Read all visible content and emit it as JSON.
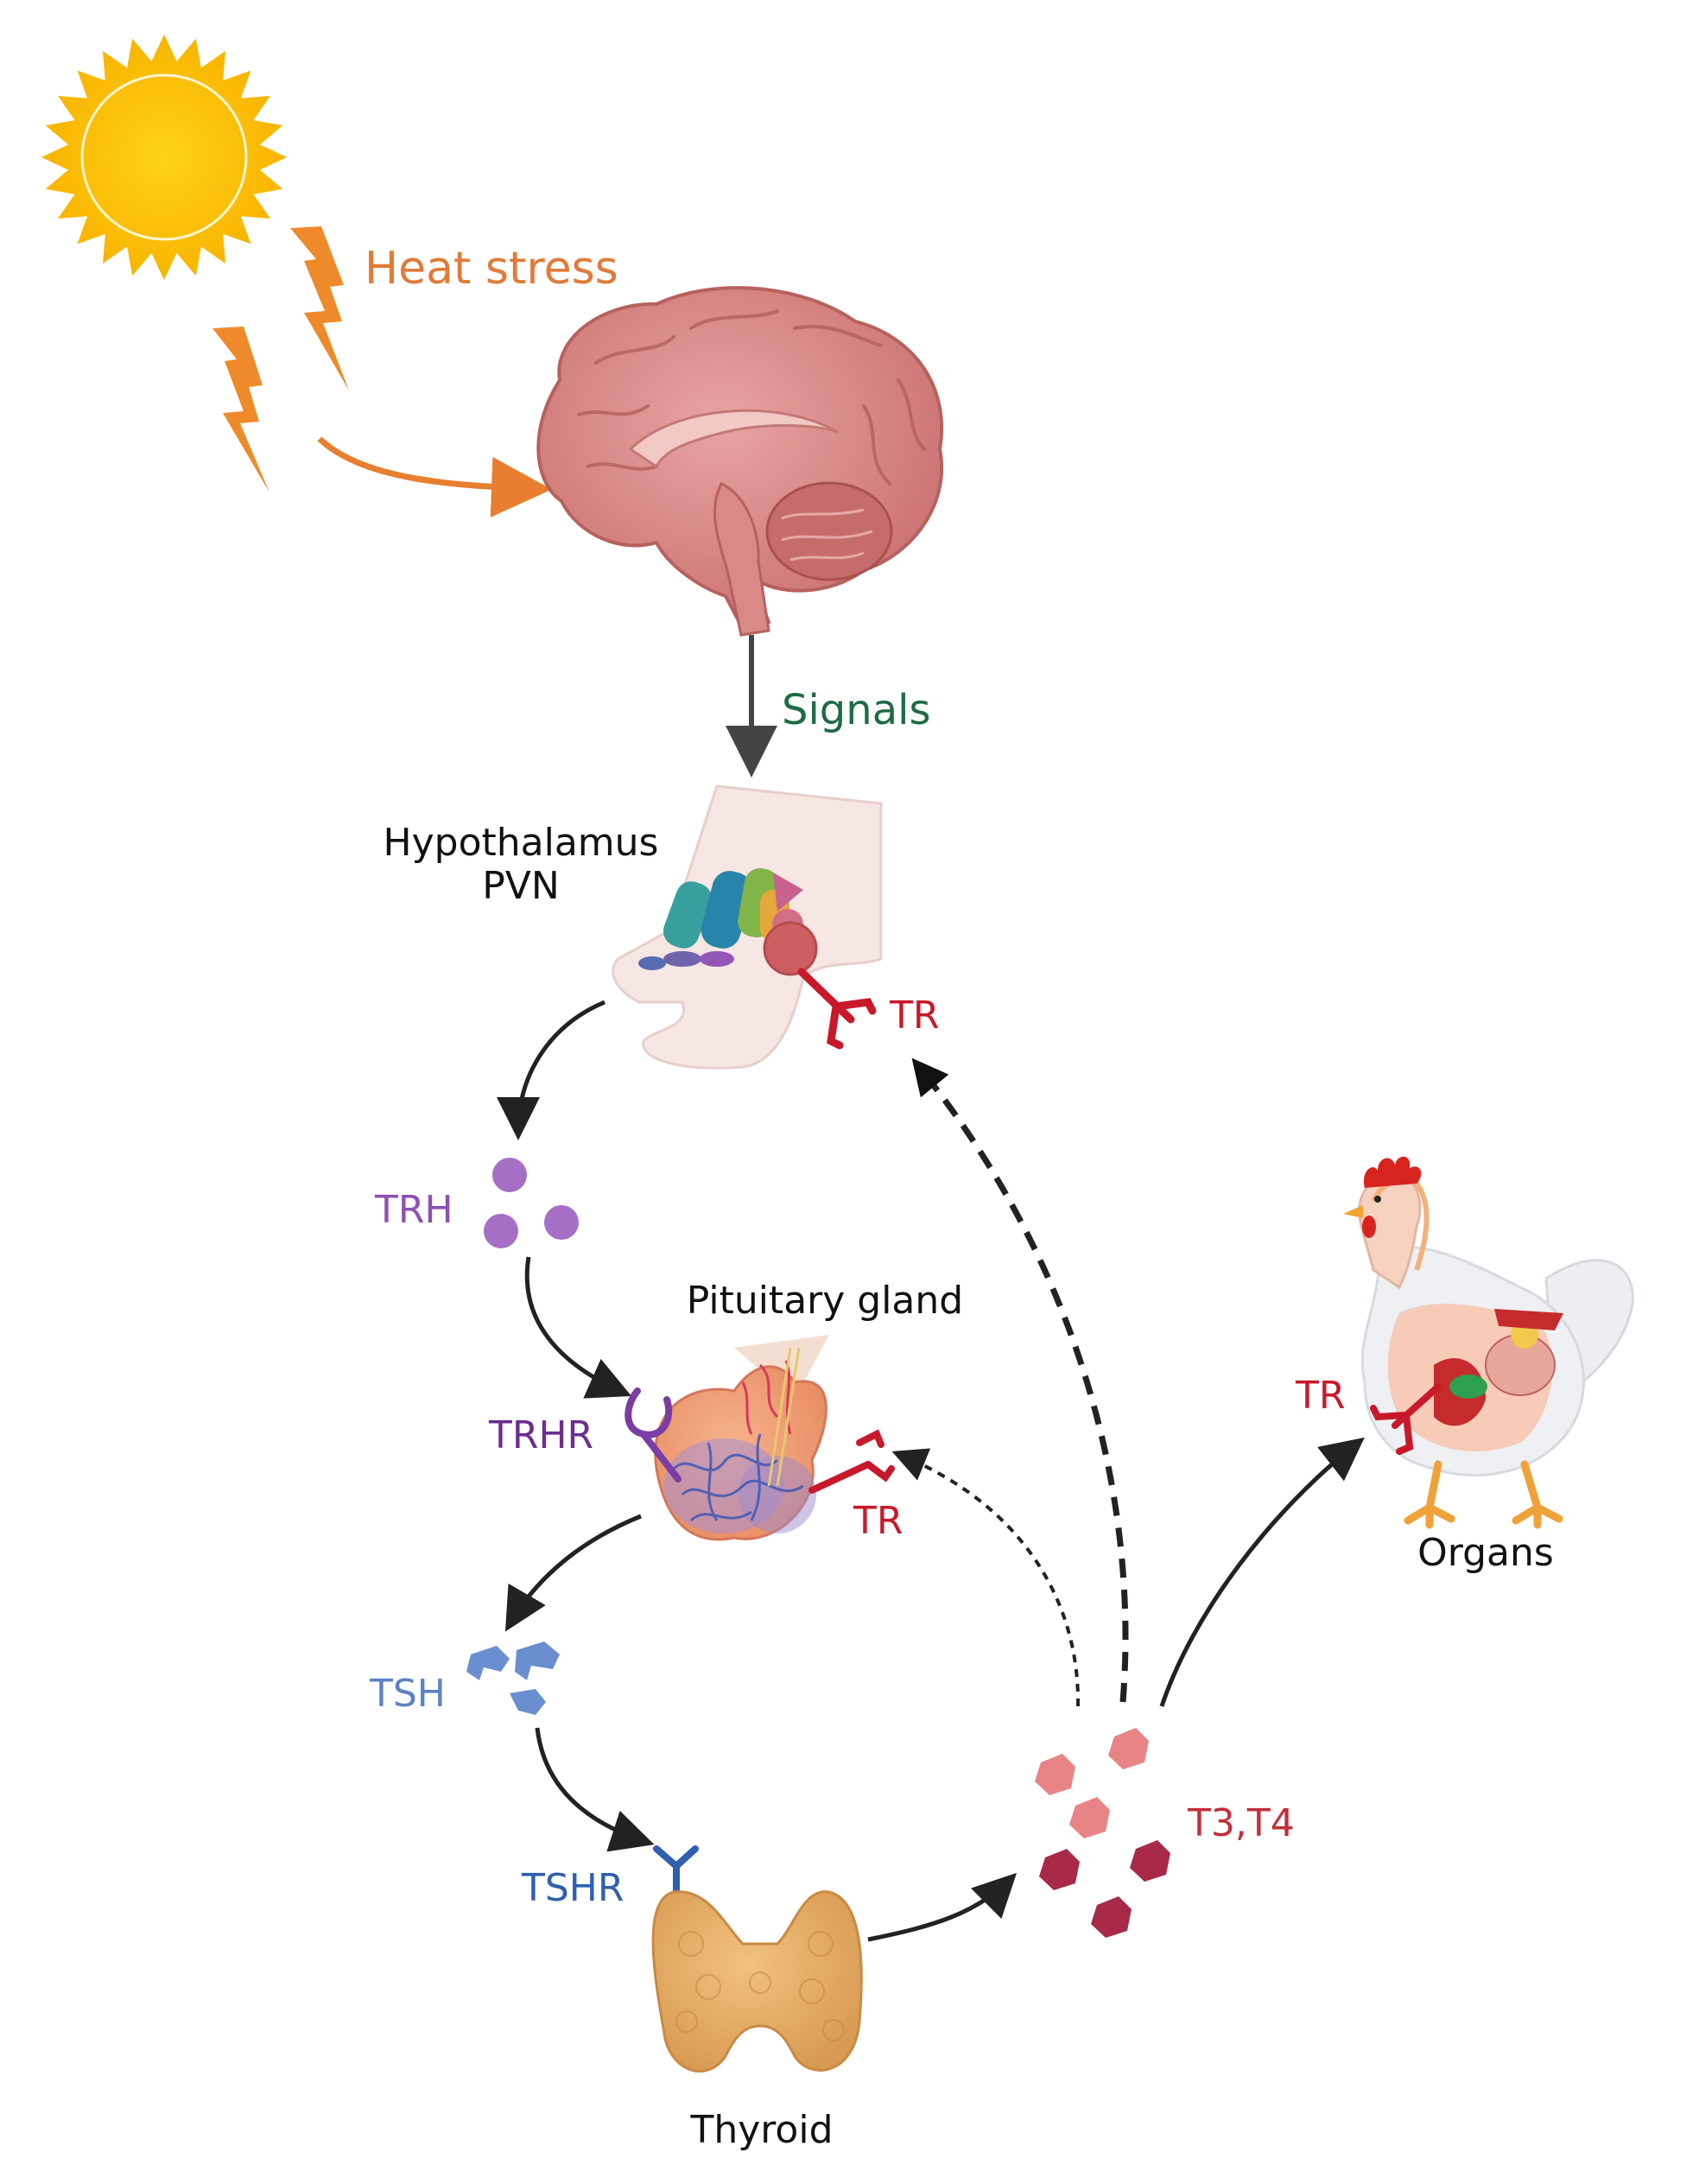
{
  "labels": {
    "heat_stress": "Heat stress",
    "signals": "Signals",
    "hypothalamus_line1": "Hypothalamus",
    "hypothalamus_line2": "PVN",
    "tr_hypothalamus": "TR",
    "trh": "TRH",
    "pituitary": "Pituitary gland",
    "trhr": "TRHR",
    "tr_pituitary": "TR",
    "tsh": "TSH",
    "tshr": "TSHR",
    "thyroid": "Thyroid",
    "t3t4": "T3,T4",
    "tr_organs": "TR",
    "organs": "Organs"
  },
  "colors": {
    "heat": "#E07B39",
    "signals": "#1E6B45",
    "receptor_red": "#C8192B",
    "trh_purple": "#8E4FB4",
    "trhr_purple": "#6A2E91",
    "tsh_blue": "#5C82C4",
    "tshr_blue": "#2F5FAE",
    "t3t4_red": "#C0303A",
    "dark": "#111111"
  }
}
